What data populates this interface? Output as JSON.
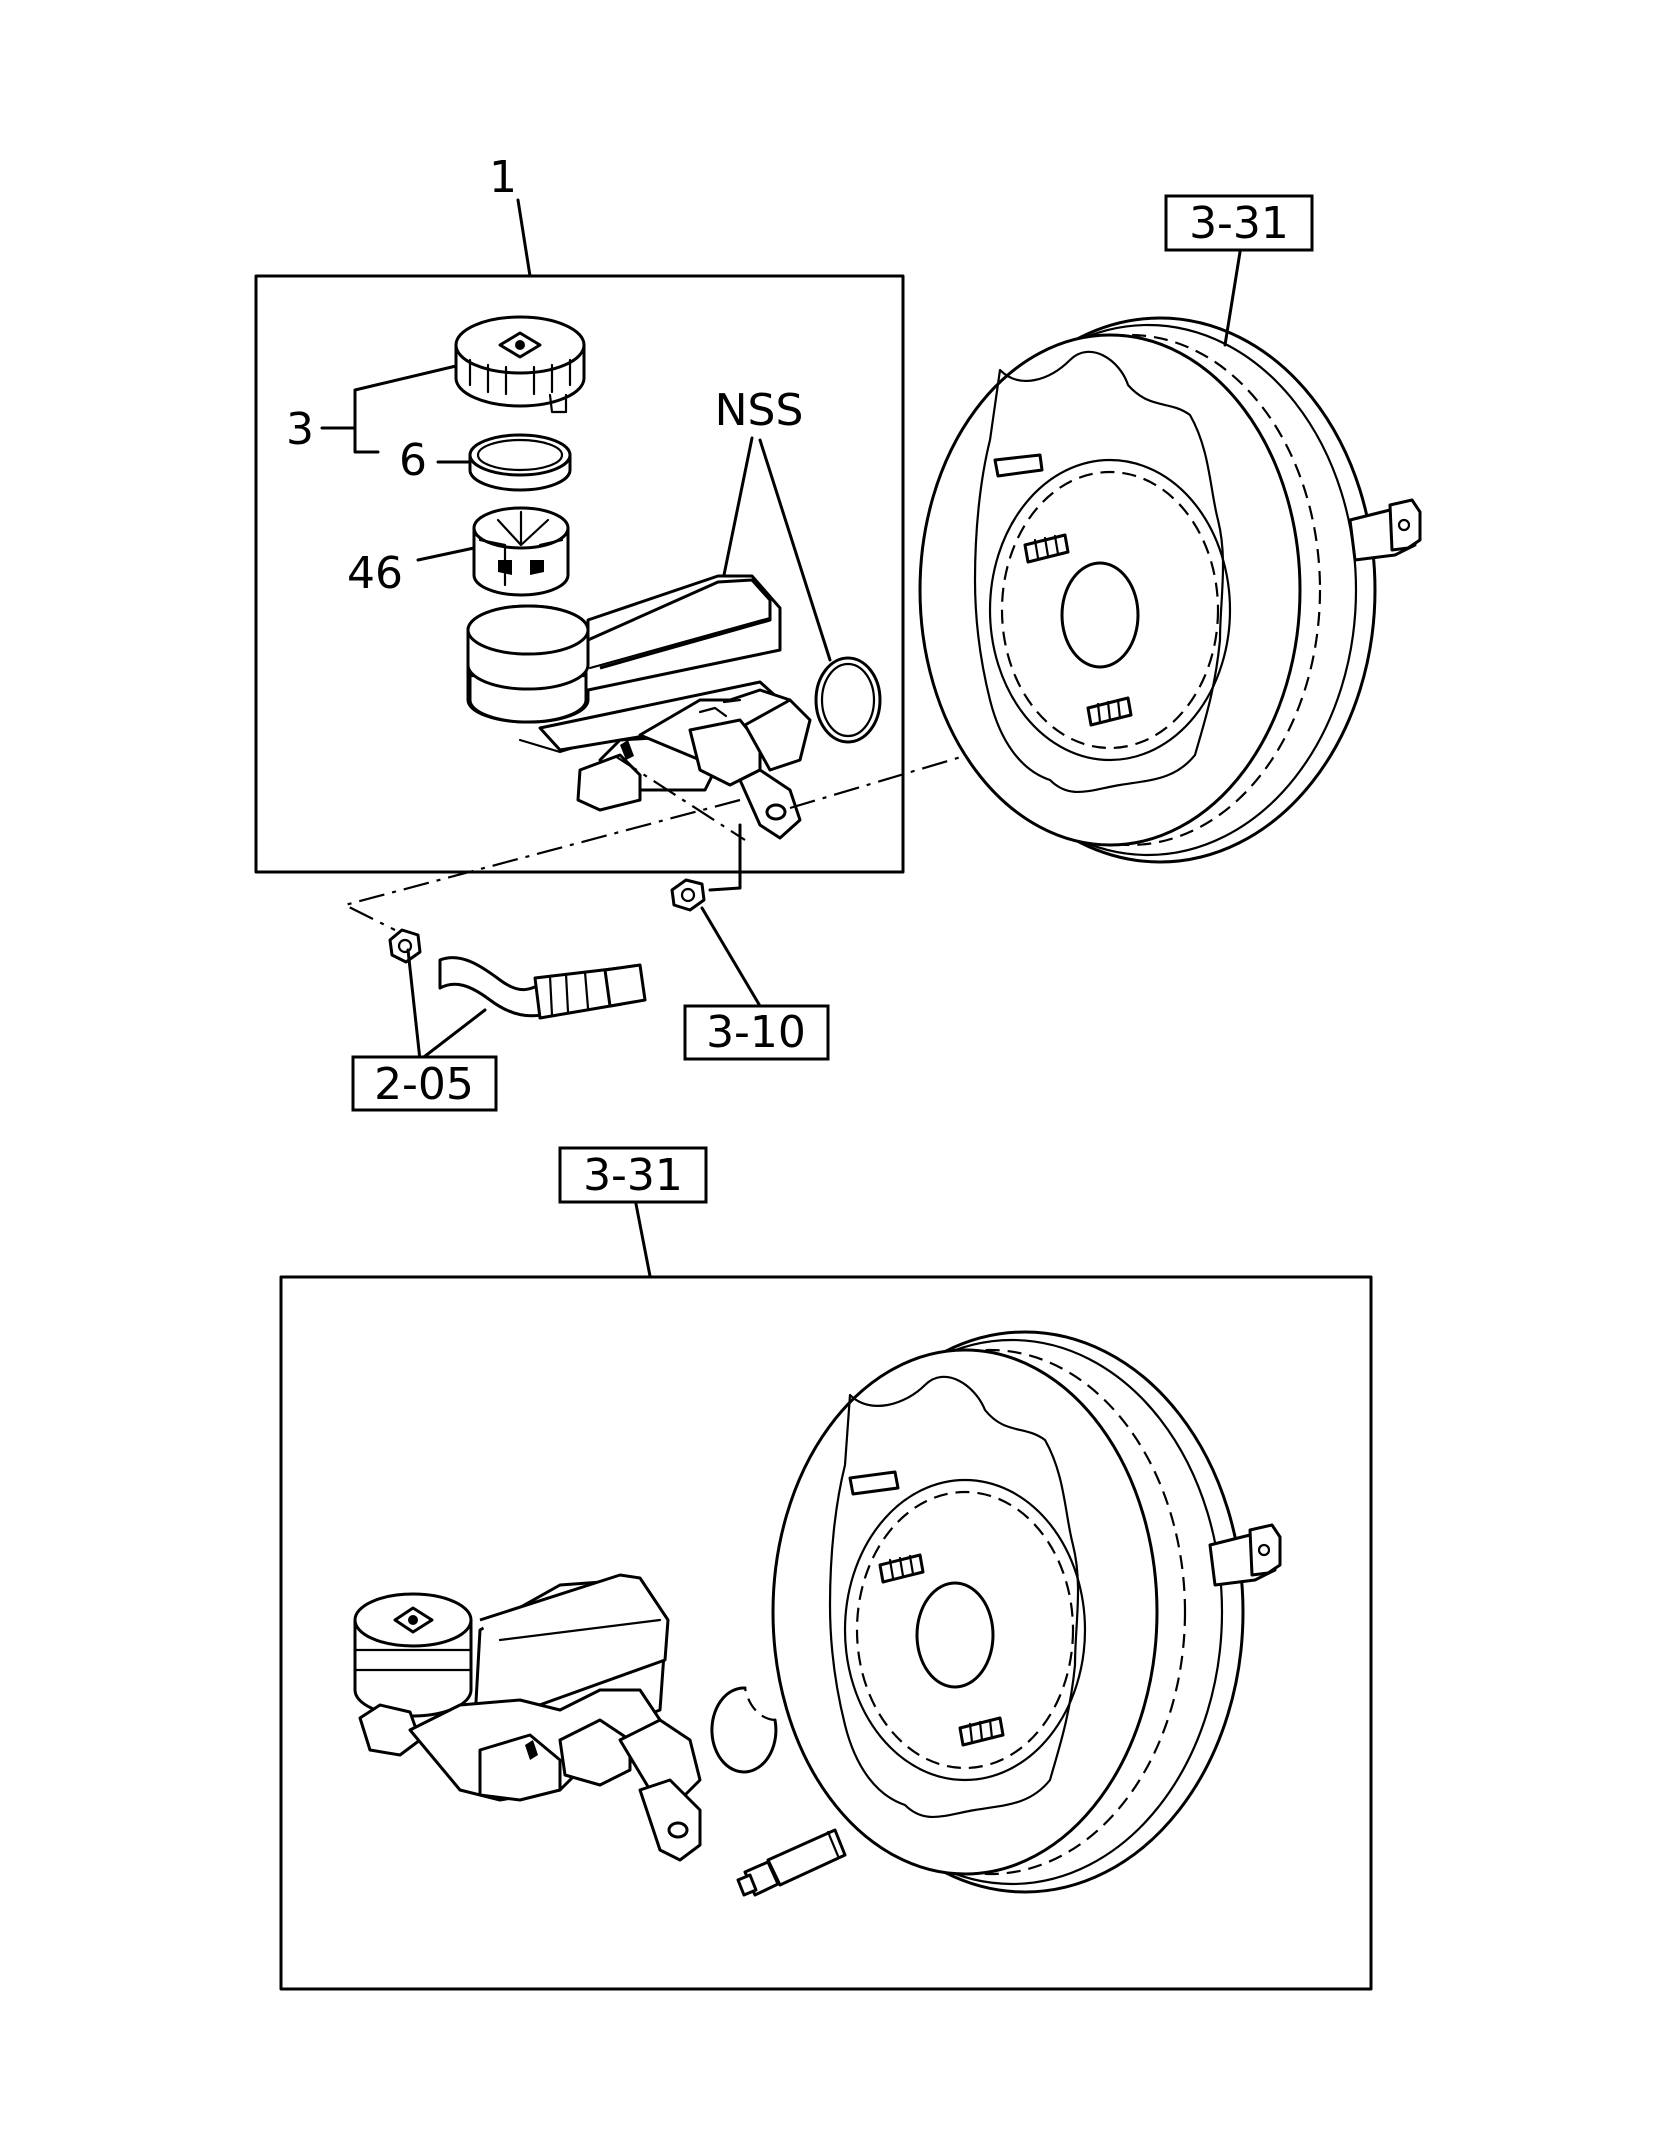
{
  "callouts": {
    "assembly": "1",
    "cap": "3",
    "seal": "6",
    "strainer": "46",
    "not_serviced": "NSS",
    "booster_ref_top": "3-31",
    "nut_ref": "3-10",
    "pipe_ref": "2-05",
    "booster_ref_bottom": "3-31"
  }
}
